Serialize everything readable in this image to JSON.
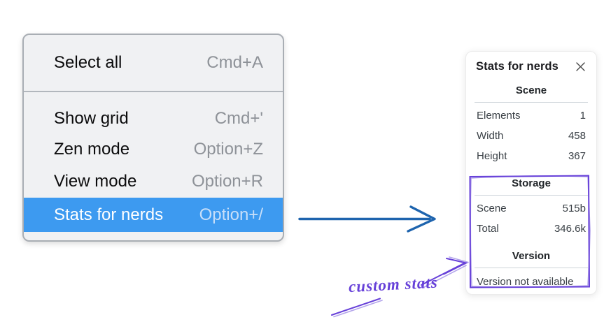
{
  "menu": {
    "sections": [
      {
        "items": [
          {
            "label": "Select all",
            "shortcut": "Cmd+A"
          }
        ]
      },
      {
        "items": [
          {
            "label": "Show grid",
            "shortcut": "Cmd+'"
          },
          {
            "label": "Zen mode",
            "shortcut": "Option+Z"
          },
          {
            "label": "View mode",
            "shortcut": "Option+R"
          },
          {
            "label": "Stats for nerds",
            "shortcut": "Option+/",
            "selected": true
          }
        ]
      }
    ]
  },
  "stats_panel": {
    "title": "Stats for nerds",
    "sections": [
      {
        "heading": "Scene",
        "rows": [
          {
            "label": "Elements",
            "value": "1"
          },
          {
            "label": "Width",
            "value": "458"
          },
          {
            "label": "Height",
            "value": "367"
          }
        ]
      },
      {
        "heading": "Storage",
        "rows": [
          {
            "label": "Scene",
            "value": "515b"
          },
          {
            "label": "Total",
            "value": "346.6k"
          }
        ]
      },
      {
        "heading": "Version",
        "note": "Version not available"
      }
    ]
  },
  "annotation": {
    "label": "custom stats"
  },
  "colors": {
    "highlight_blue": "#3d9af0",
    "arrow_blue": "#1e64ae",
    "accent_purple": "#6741d9"
  }
}
